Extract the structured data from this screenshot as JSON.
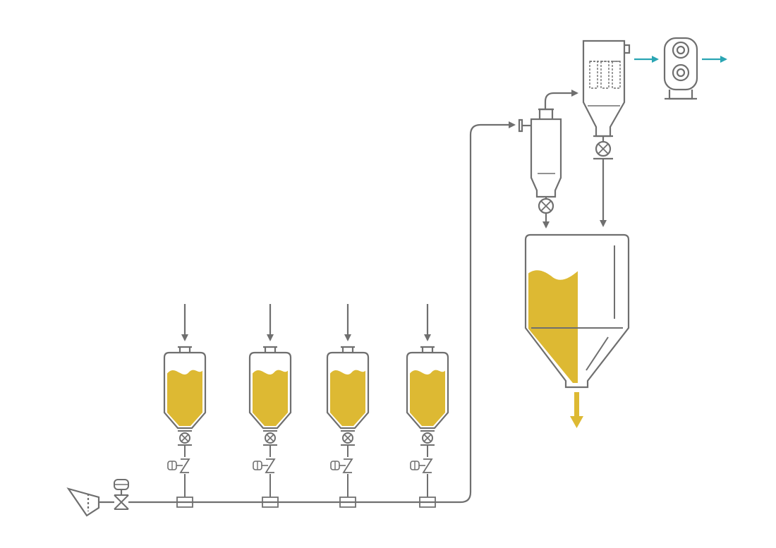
{
  "diagram": {
    "type": "pneumatic-conveying-process-diagram",
    "background_color": "#ffffff",
    "colors": {
      "line": "#6f6f6f",
      "material": "#ddb933",
      "air_outlet": "#2aa5b3"
    },
    "components": {
      "feed_hoppers": {
        "count": 4,
        "fill_level": 0.7
      },
      "target_silo": {
        "fill_level": 0.45
      },
      "cyclone_separator": {
        "icon": "cyclone-icon"
      },
      "filter_receiver": {
        "icon": "filter-receiver-icon"
      },
      "blower": {
        "icon": "blower-icon"
      },
      "air_inlet_filter": {
        "icon": "air-inlet-filter-icon"
      }
    }
  }
}
